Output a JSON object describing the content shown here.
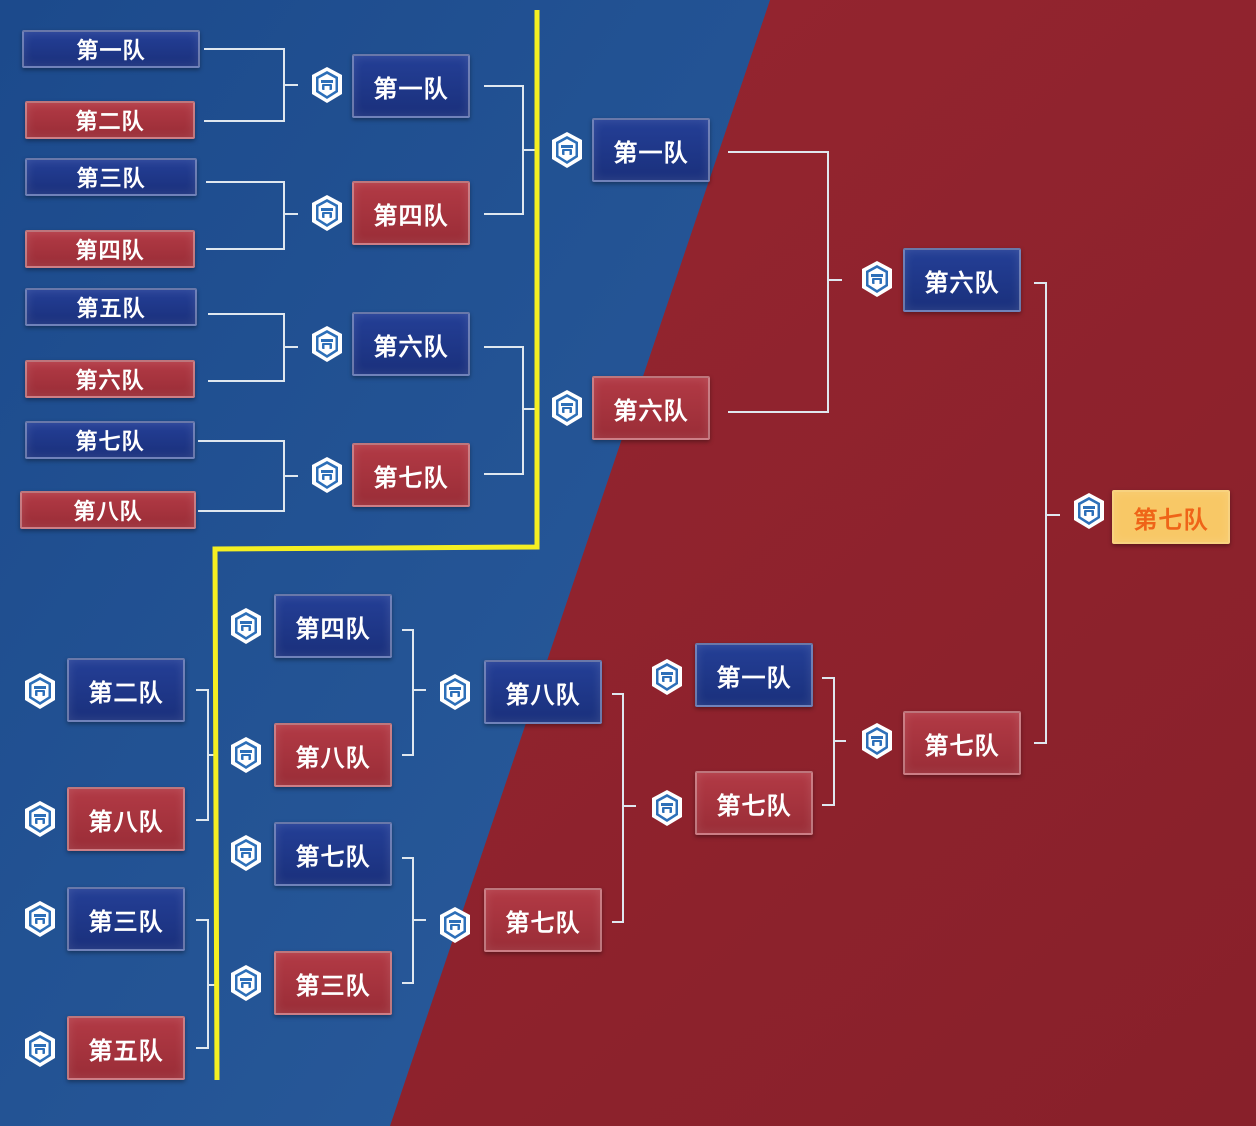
{
  "colors": {
    "blue_panel": "#1f4f8f",
    "red_panel": "#8e2329",
    "team_blue": "#1a307c",
    "team_red": "#9a2d37",
    "champion_bg": "#f8c866",
    "champion_text": "#ef6418",
    "divider": "#f4ef22",
    "connector": "#dfe7ef"
  },
  "upper_bracket": {
    "round1": [
      "第一队",
      "第二队",
      "第三队",
      "第四队",
      "第五队",
      "第六队",
      "第七队",
      "第八队"
    ],
    "round2": [
      "第一队",
      "第四队",
      "第六队",
      "第七队"
    ],
    "round3": [
      "第一队",
      "第六队"
    ],
    "final": "第六队"
  },
  "lower_bracket": {
    "round1": [
      "第二队",
      "第八队",
      "第三队",
      "第五队"
    ],
    "round2": [
      "第四队",
      "第八队",
      "第七队",
      "第三队"
    ],
    "round3": [
      "第八队",
      "第七队"
    ],
    "round4": [
      "第一队",
      "第七队"
    ],
    "final": "第七队"
  },
  "grand_final": {
    "champion": "第七队"
  },
  "icons": {
    "team_badge": "shield-crest-icon"
  }
}
